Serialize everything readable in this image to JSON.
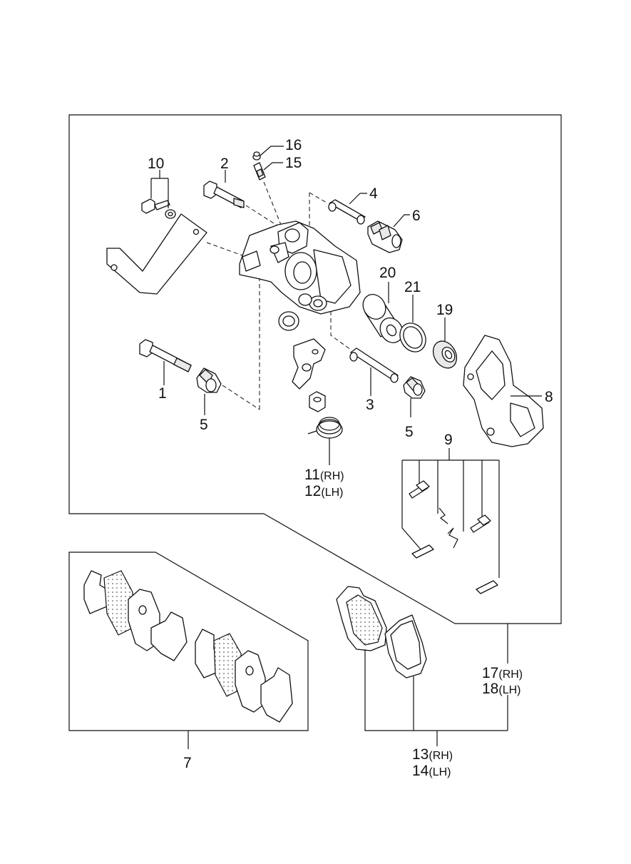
{
  "callouts": {
    "c1": "1",
    "c2": "2",
    "c3": "3",
    "c4": "4",
    "c5a": "5",
    "c5b": "5",
    "c6": "6",
    "c7": "7",
    "c8": "8",
    "c9": "9",
    "c10": "10",
    "c11_num": "11",
    "c11_side": "(RH)",
    "c12_num": "12",
    "c12_side": "(LH)",
    "c13_num": "13",
    "c13_side": "(RH)",
    "c14_num": "14",
    "c14_side": "(LH)",
    "c15": "15",
    "c16": "16",
    "c17_num": "17",
    "c17_side": "(RH)",
    "c18_num": "18",
    "c18_side": "(LH)",
    "c19": "19",
    "c20": "20",
    "c21": "21"
  }
}
